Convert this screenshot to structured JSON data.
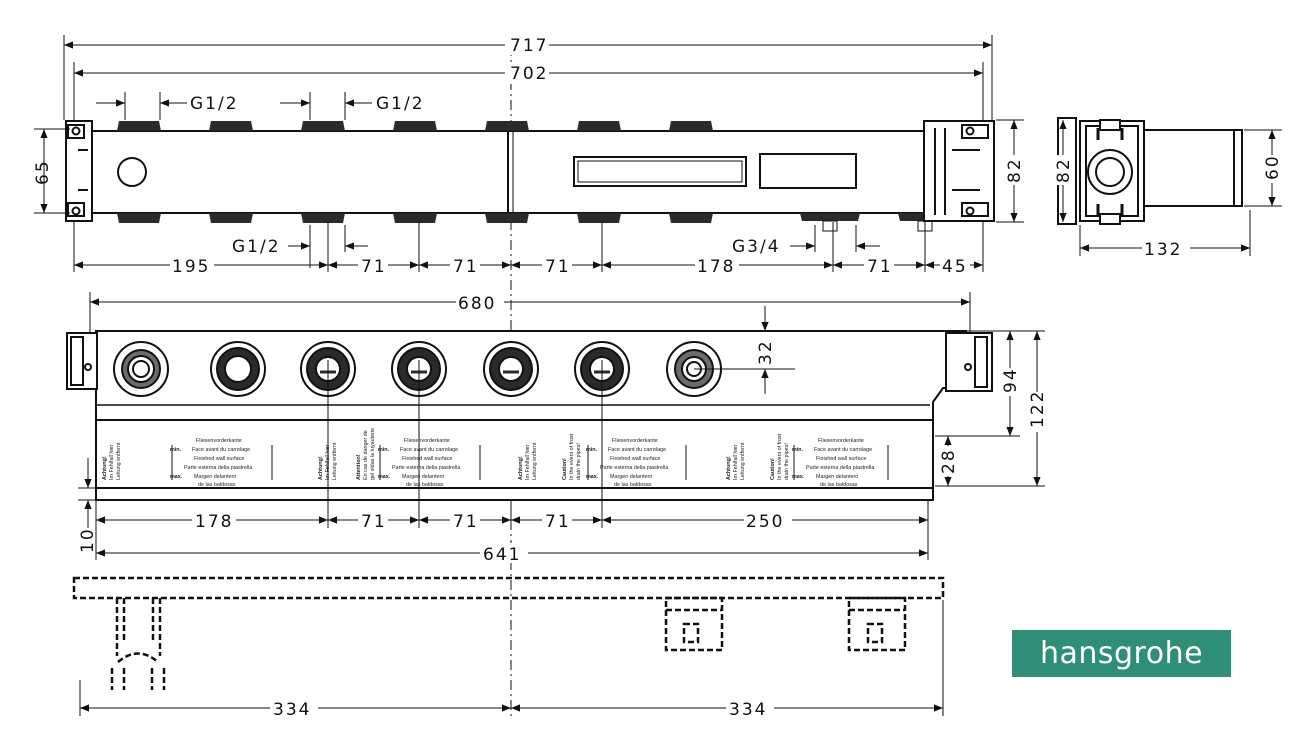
{
  "brand": {
    "logo_text": "hansgrohe",
    "logo_color": "#2f8f76"
  },
  "dimensions": {
    "top_view": {
      "overall_717": "717",
      "overall_702": "702",
      "thread_g12_a": "G1/2",
      "thread_g12_b": "G1/2",
      "thread_g12_c": "G1/2",
      "thread_g34": "G3/4",
      "height_65": "65",
      "height_82": "82",
      "spacing": [
        "195",
        "71",
        "71",
        "71",
        "178",
        "71",
        "45"
      ]
    },
    "side_view": {
      "height_82": "82",
      "height_60": "60",
      "width_132": "132"
    },
    "front_view": {
      "width_680": "680",
      "dim_32": "32",
      "dim_94": "94",
      "dim_122": "122",
      "dim_28": "28",
      "dim_10": "10",
      "spacing": [
        "178",
        "71",
        "71",
        "71",
        "250"
      ],
      "overall_641": "641"
    },
    "bottom_view": {
      "left_334": "334",
      "right_334": "334"
    }
  },
  "plaster_guard_label": {
    "lines": [
      "Fliesenvorderkante",
      "Face avant du carrelage",
      "Finished wall surface",
      "Parte esterna della piastrella",
      "Margen delantero",
      "de las baldosas"
    ],
    "min": "min.",
    "max": "max.",
    "warning_de": "Achtung!",
    "warning_de_2": "Im Fehlfall hier",
    "warning_de_3": "Leitung entfernt",
    "warning_fr": "Attention!",
    "warning_fr_2": "En cas de danger de",
    "warning_fr_3": "gel vidas la tuyauterie",
    "warning_en": "Caution!",
    "warning_en_2": "In the event of frost",
    "warning_en_3": "drain the pipes!"
  },
  "colors": {
    "line": "#111111",
    "fill_dark": "#2a2a2a",
    "fill_mid": "#6b6b6b",
    "background": "#ffffff"
  }
}
